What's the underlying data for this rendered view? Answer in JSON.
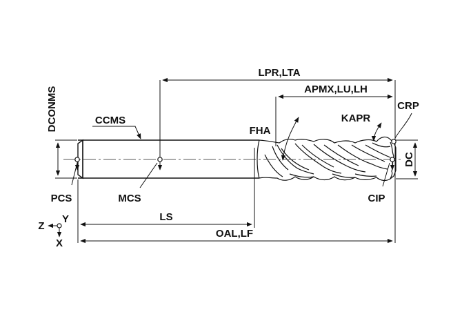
{
  "labels": {
    "lpr": "LPR,LTA",
    "apmx": "APMX,LU,LH",
    "kapr": "KAPR",
    "crp": "CRP",
    "fha": "FHA",
    "ccms": "CCMS",
    "dconms": "DCONMS",
    "dc": "DC",
    "pcs": "PCS",
    "mcs": "MCS",
    "cip": "CIP",
    "ls": "LS",
    "oal": "OAL,LF"
  },
  "axes": {
    "z": "Z",
    "y": "Y",
    "x": "X"
  },
  "colors": {
    "line": "#111111",
    "centerline": "#555555"
  }
}
